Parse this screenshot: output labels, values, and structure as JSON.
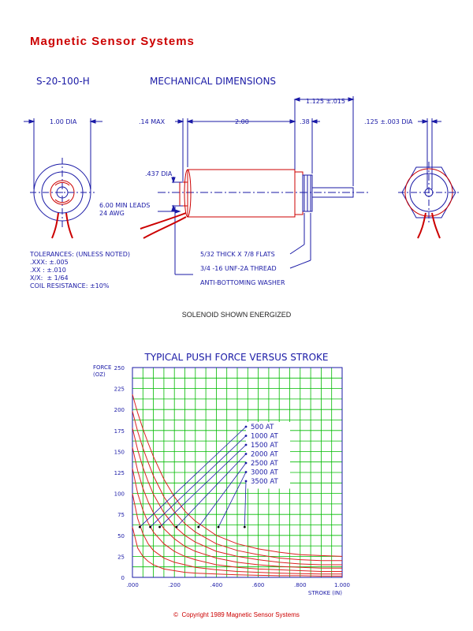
{
  "header": {
    "company": "Magnetic Sensor Systems",
    "part_number": "S-20-100-H",
    "drawing_title": "MECHANICAL DIMENSIONS"
  },
  "dimensions": {
    "dia_100": "1.00 DIA",
    "max_014": ".14 MAX",
    "len_200": "2.00",
    "len_038": ".38",
    "len_1125": "1.125 ±.015",
    "dia_0125": ".125 ±.003 DIA",
    "dia_0437": ".437 DIA",
    "leads_1": "6.00 MIN LEADS",
    "leads_2": "24 AWG",
    "flats": "5/32 THICK X 7/8 FLATS",
    "thread": "3/4 -16 UNF-2A THREAD",
    "washer": "ANTI-BOTTOMING WASHER"
  },
  "tolerances": {
    "text": "TOLERANCES: (UNLESS NOTED)\n.XXX: ±.005\n.XX : ±.010\nX/X:  ± 1/64\nCOIL RESISTANCE: ±10%"
  },
  "caption": "SOLENOID SHOWN ENERGIZED",
  "colors": {
    "brand_red": "#cc0000",
    "drawing_blue": "#1a1aa6",
    "grid_green": "#00bb00",
    "curve_red": "#dd2222"
  },
  "chart_data": {
    "type": "line",
    "title": "TYPICAL PUSH FORCE VERSUS STROKE",
    "ylabel": "FORCE (OZ)",
    "xlabel": "STROKE (IN)",
    "xlim": [
      0,
      1.0
    ],
    "ylim": [
      0,
      250
    ],
    "x_ticks": [
      ".000",
      ".200",
      ".400",
      ".600",
      ".800",
      "1.000"
    ],
    "y_ticks": [
      "0",
      "25",
      "50",
      "75",
      "100",
      "125",
      "150",
      "175",
      "200",
      "225",
      "250"
    ],
    "grid": true,
    "x": [
      0,
      0.025,
      0.05,
      0.075,
      0.1,
      0.15,
      0.2,
      0.25,
      0.3,
      0.4,
      0.5,
      0.6,
      0.7,
      0.8,
      0.9,
      1.0
    ],
    "series": [
      {
        "name": "500 AT",
        "values": [
          60,
          35,
          25,
          19,
          15,
          10,
          8,
          6,
          5,
          4,
          3,
          2.5,
          2,
          2,
          1.5,
          1.5
        ]
      },
      {
        "name": "1000 AT",
        "values": [
          100,
          70,
          52,
          40,
          32,
          23,
          18,
          15,
          12,
          9,
          7,
          6,
          5,
          4.5,
          4,
          4
        ]
      },
      {
        "name": "1500 AT",
        "values": [
          130,
          100,
          80,
          65,
          54,
          40,
          31,
          25,
          21,
          15,
          12,
          10,
          9,
          8,
          7,
          7
        ]
      },
      {
        "name": "2000 AT",
        "values": [
          155,
          127,
          106,
          90,
          77,
          58,
          46,
          37,
          31,
          23,
          18,
          15,
          13,
          12,
          11,
          11
        ]
      },
      {
        "name": "2500 AT",
        "values": [
          178,
          152,
          131,
          114,
          99,
          77,
          61,
          50,
          42,
          31,
          25,
          21,
          18,
          16,
          15,
          15
        ]
      },
      {
        "name": "3000 AT",
        "values": [
          198,
          174,
          154,
          137,
          121,
          96,
          78,
          64,
          54,
          40,
          32,
          27,
          23,
          21,
          20,
          20
        ]
      },
      {
        "name": "3500 AT",
        "values": [
          218,
          196,
          177,
          160,
          144,
          117,
          96,
          79,
          67,
          50,
          40,
          34,
          30,
          27,
          26,
          25
        ]
      }
    ],
    "marker_points": [
      {
        "series": "500 AT",
        "x": 0.035,
        "y": 60
      },
      {
        "series": "1000 AT",
        "x": 0.085,
        "y": 60
      },
      {
        "series": "1500 AT",
        "x": 0.13,
        "y": 60
      },
      {
        "series": "2000 AT",
        "x": 0.21,
        "y": 60
      },
      {
        "series": "2500 AT",
        "x": 0.315,
        "y": 60
      },
      {
        "series": "3000 AT",
        "x": 0.41,
        "y": 60
      },
      {
        "series": "3500 AT",
        "x": 0.535,
        "y": 60
      }
    ]
  }
}
